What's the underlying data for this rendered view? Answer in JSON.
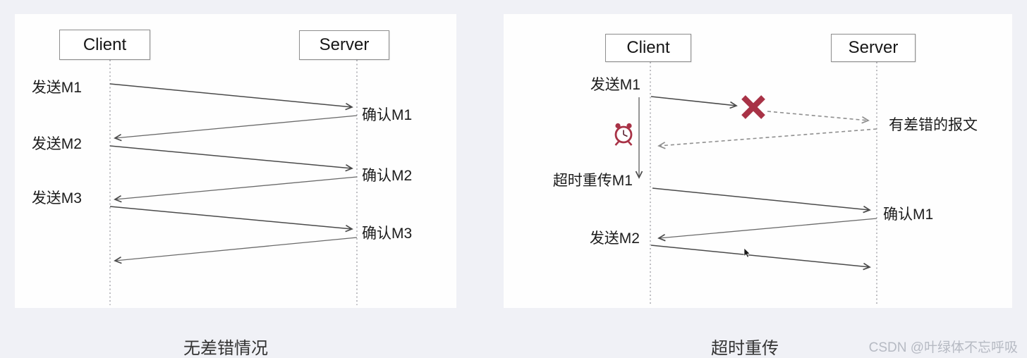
{
  "page": {
    "background_color": "#f0f1f6",
    "watermark": "CSDN @叶绿体不忘呼吸"
  },
  "left_diagram": {
    "caption": "无差错情况",
    "client_label": "Client",
    "server_label": "Server",
    "labels": {
      "send_m1": "发送M1",
      "send_m2": "发送M2",
      "send_m3": "发送M3",
      "ack_m1": "确认M1",
      "ack_m2": "确认M2",
      "ack_m3": "确认M3"
    }
  },
  "right_diagram": {
    "caption": "超时重传",
    "client_label": "Client",
    "server_label": "Server",
    "labels": {
      "send_m1": "发送M1",
      "error_packet": "有差错的报文",
      "timeout_retransmit": "超时重传M1",
      "ack_m1": "确认M1",
      "send_m2": "发送M2"
    },
    "icons": {
      "error_cross": "error-cross-icon",
      "alarm_clock": "alarm-clock-icon",
      "mouse_cursor": "mouse-cursor-icon"
    },
    "colors": {
      "error_red": "#a83246",
      "solid_line": "#4a4a4a",
      "dashed_line": "#8f8f8f",
      "lifeline": "#9b9ba1"
    }
  }
}
